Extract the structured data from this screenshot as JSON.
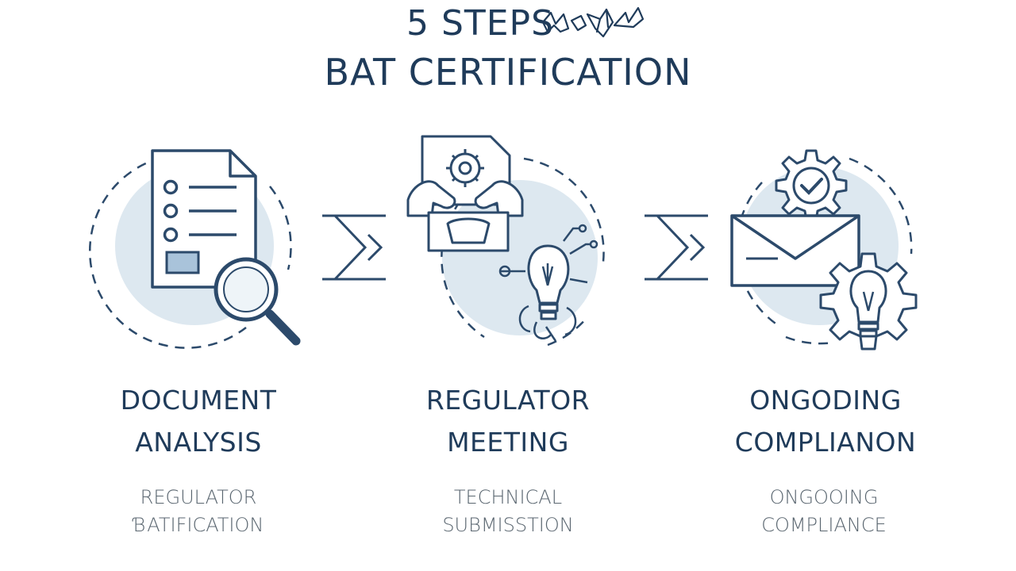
{
  "title": {
    "line1": "5 STEPS",
    "line2": "BAT CERTIFICATION"
  },
  "steps": [
    {
      "title_line1": "DOCUMENT",
      "title_line2": "ANALYSIS",
      "sub_line1": "REGULATOR",
      "sub_line2": "ƁATIFICATION",
      "icon": "document-magnifier-icon"
    },
    {
      "title_line1": "REGULATOR",
      "title_line2": "MEETING",
      "sub_line1": "TECHNICAL",
      "sub_line2": "SUBMISSTION",
      "icon": "meeting-gear-lightbulb-icon"
    },
    {
      "title_line1": "ONGODING",
      "title_line2": "COMPLIANON",
      "sub_line1": "ONGOOING",
      "sub_line2": "COMPLIANCE",
      "icon": "envelope-gear-lightbulb-icon"
    }
  ],
  "colors": {
    "navy": "#1f3b5a",
    "stroke": "#2c4a6b",
    "circle_fill": "#dde8f0",
    "subtext": "#5a6670"
  }
}
